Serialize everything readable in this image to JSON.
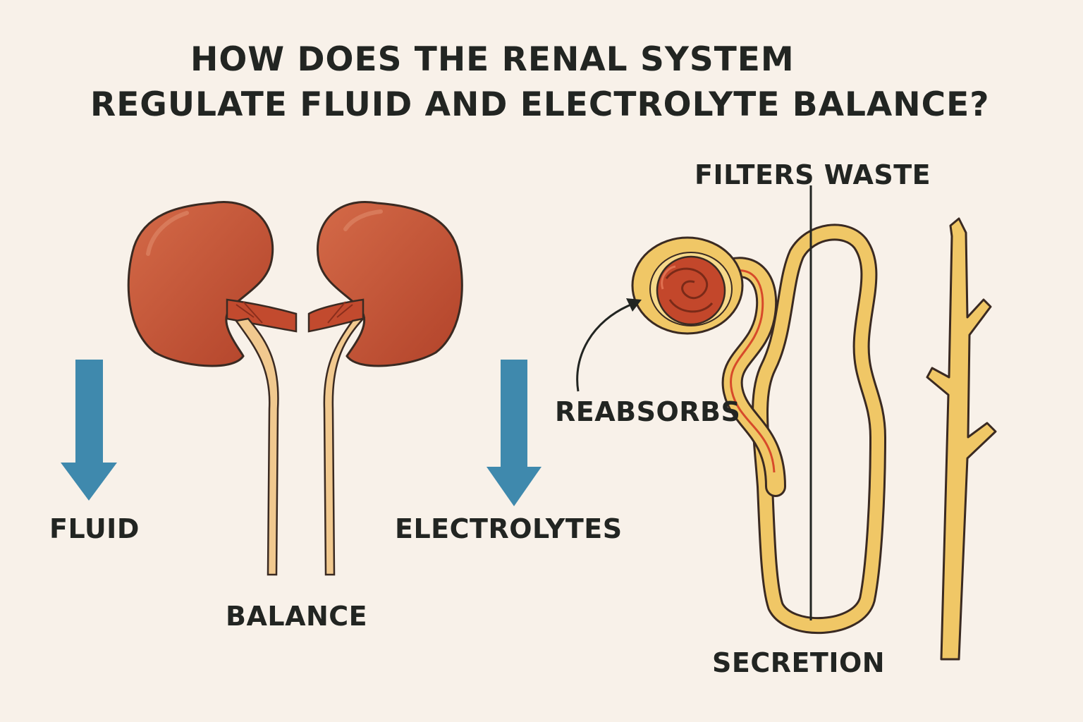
{
  "title": {
    "line1": "HOW DOES THE RENAL SYSTEM",
    "line2": "REGULATE FLUID AND ELECTROLYTE BALANCE?"
  },
  "labels": {
    "fluid": "FLUID",
    "electrolytes": "ELECTROLYTES",
    "balance": "BALANCE",
    "filters_waste": "FILTERS WASTE",
    "reabsorbs": "REABSORBS",
    "secretion": "SECRETION"
  },
  "colors": {
    "background": "#f8f1e9",
    "kidney": "#c1502f",
    "arrow": "#3f89ad",
    "tubule": "#f0c766",
    "text": "#222522"
  }
}
